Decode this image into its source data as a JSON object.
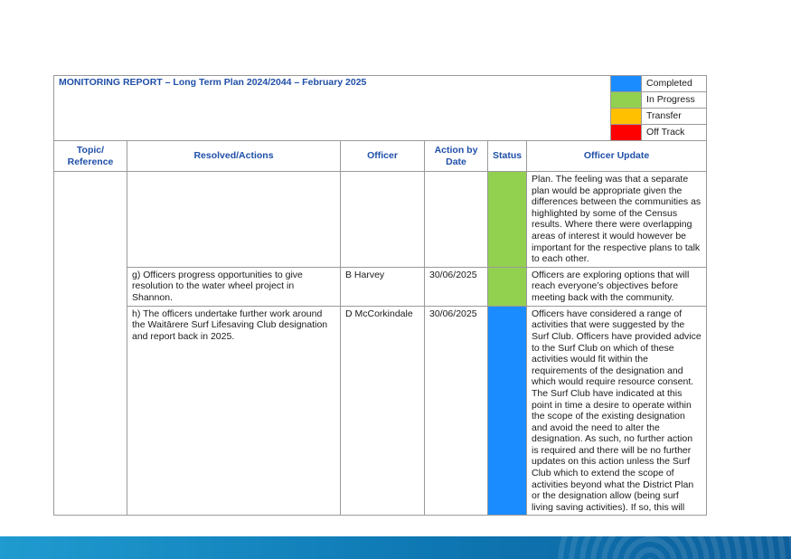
{
  "report": {
    "title": "MONITORING REPORT – Long Term Plan 2024/2044 – February 2025",
    "legend": [
      {
        "label": "Completed",
        "color": "#1a8cff"
      },
      {
        "label": "In Progress",
        "color": "#92d050"
      },
      {
        "label": "Transfer",
        "color": "#ffc000"
      },
      {
        "label": "Off Track",
        "color": "#ff0000"
      }
    ],
    "headers": {
      "topic": "Topic/ Reference",
      "resolved": "Resolved/Actions",
      "officer": "Officer",
      "date": "Action by Date",
      "status": "Status",
      "update": "Officer Update"
    },
    "rows": [
      {
        "action": "",
        "officer": "",
        "date": "",
        "status_color": "#92d050",
        "update": "Plan.  The feeling was that a separate plan would be appropriate given the differences between the communities as highlighted by some of the Census results.  Where there were overlapping areas of interest it would however be important for the respective plans to talk to each other."
      },
      {
        "action": "g) Officers progress opportunities to give resolution to the water wheel project in Shannon.",
        "officer": "B Harvey",
        "date": "30/06/2025",
        "status_color": "#92d050",
        "update": "Officers are exploring options that will reach everyone’s objectives before meeting back with the community."
      },
      {
        "action": "h) The officers undertake further work around the Waitārere Surf Lifesaving Club designation and report back in 2025.",
        "officer": "D McCorkindale",
        "date": "30/06/2025",
        "status_color": "#1a8cff",
        "update": "Officers have considered a range of activities that were suggested by the Surf Club.  Officers have provided advice to the Surf Club on which of these activities would fit within the requirements of the designation and which would require resource consent.  The Surf Club have indicated at this point in time a desire to operate within the scope of the existing designation and avoid the need to alter the designation.  As such, no further action is required and there will be no further updates on this action unless the Surf Club which to extend the scope of activities beyond what the District Plan or the designation allow (being surf living saving activities). If so, this will"
      }
    ]
  }
}
